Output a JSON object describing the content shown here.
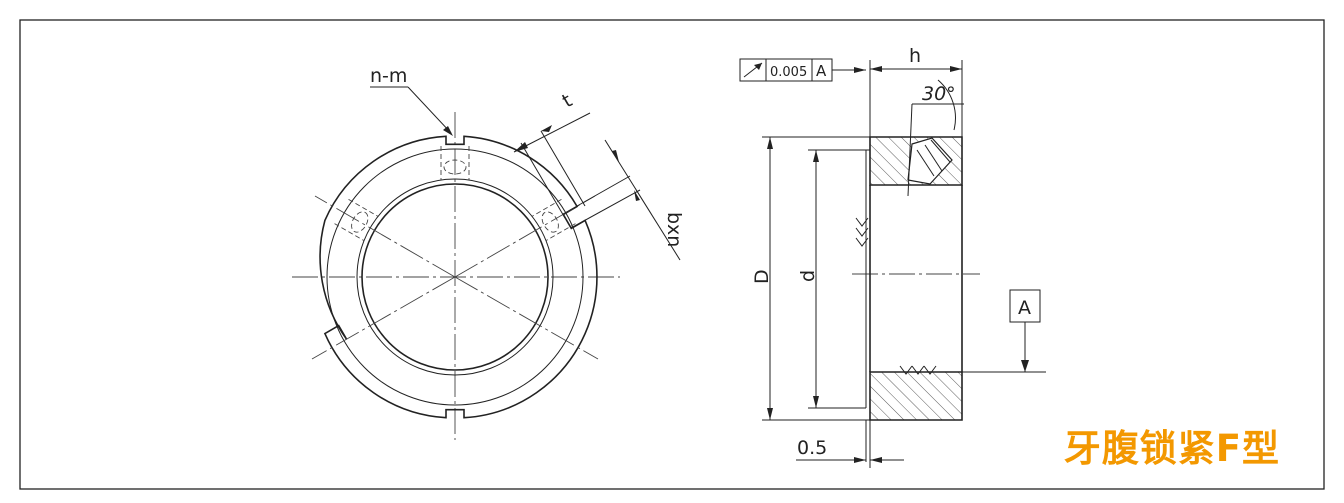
{
  "title": "牙腹锁紧F型",
  "accent_color": "#f39800",
  "labels": {
    "n_m": "n-m",
    "t": "t",
    "b_x_n": "bxn",
    "h": "h",
    "angle": "30°",
    "tolerance": "0.005",
    "datum": "A",
    "D": "D",
    "d": "d",
    "offset": "0.5"
  }
}
